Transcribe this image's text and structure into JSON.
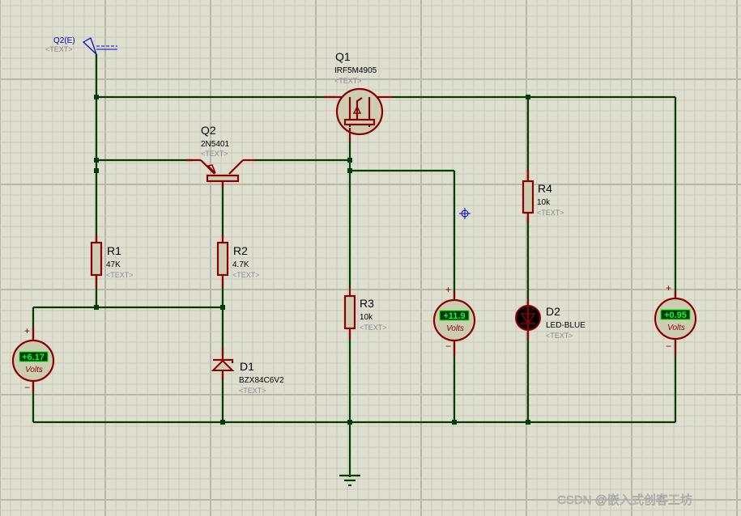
{
  "schematic": {
    "terminal": {
      "label": "Q2(E)",
      "text": "<TEXT>"
    },
    "components": {
      "Q1": {
        "ref": "Q1",
        "value": "IRF5M4905",
        "text": "<TEXT>",
        "type": "P-MOSFET"
      },
      "Q2": {
        "ref": "Q2",
        "value": "2N5401",
        "text": "<TEXT>",
        "type": "PNP"
      },
      "R1": {
        "ref": "R1",
        "value": "47K",
        "text": "<TEXT>"
      },
      "R2": {
        "ref": "R2",
        "value": "4.7K",
        "text": "<TEXT>"
      },
      "R3": {
        "ref": "R3",
        "value": "10k",
        "text": "<TEXT>"
      },
      "R4": {
        "ref": "R4",
        "value": "10k",
        "text": "<TEXT>"
      },
      "D1": {
        "ref": "D1",
        "value": "BZX84C6V2",
        "text": "<TEXT>",
        "type": "zener"
      },
      "D2": {
        "ref": "D2",
        "value": "LED-BLUE",
        "text": "<TEXT>",
        "type": "led"
      }
    },
    "voltmeters": [
      {
        "reading": "+6.17",
        "unit": "Volts",
        "plus": "+",
        "minus": "−"
      },
      {
        "reading": "+11.9",
        "unit": "Volts",
        "plus": "+",
        "minus": "−"
      },
      {
        "reading": "+0.95",
        "unit": "Volts",
        "plus": "+",
        "minus": "−"
      }
    ],
    "colors": {
      "wire": "#003e00",
      "component": "#8b0000",
      "background": "#dfdfd0",
      "lcd_text": "#00ff40",
      "label_blue": "#0000cc"
    }
  },
  "watermark": "CSDN @嵌入式创客工坊"
}
